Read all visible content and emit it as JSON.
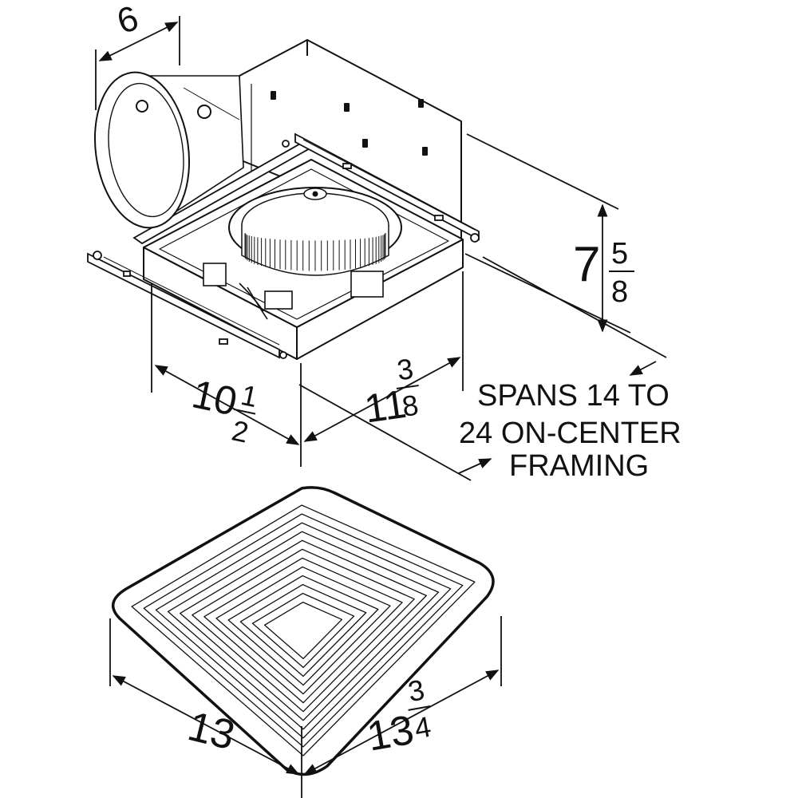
{
  "dimensions": {
    "duct": {
      "whole": "6"
    },
    "height": {
      "whole": "7",
      "num": "5",
      "den": "8"
    },
    "housing_width": {
      "whole": "10",
      "num": "1",
      "den": "2"
    },
    "housing_depth": {
      "whole": "11",
      "num": "3",
      "den": "8"
    },
    "grille_width": {
      "whole": "13"
    },
    "grille_depth": {
      "whole": "13",
      "num": "3",
      "den": "4"
    }
  },
  "note": {
    "line1": "SPANS 14 TO",
    "line2": "24 ON-CENTER",
    "line3": "FRAMING"
  },
  "colors": {
    "ink": "#111111",
    "background": "#ffffff"
  }
}
